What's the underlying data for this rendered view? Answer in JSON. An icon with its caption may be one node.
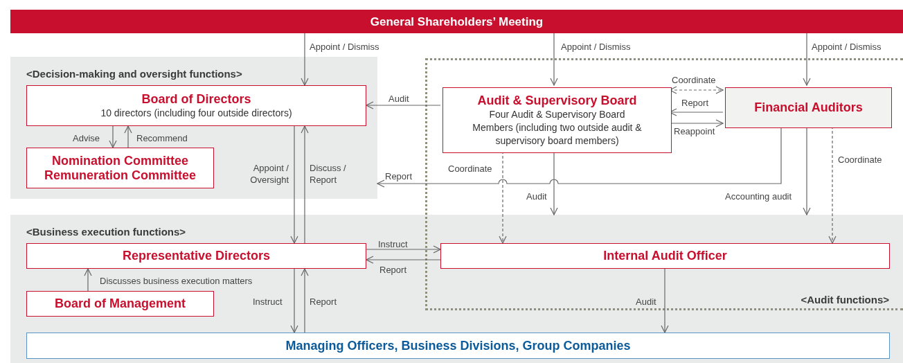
{
  "diagram": {
    "nodes": [
      {
        "text": [
          "General Shareholders’ Meeting"
        ]
      },
      {
        "text": [
          "<Decision-making and oversight functions>"
        ]
      },
      {
        "text": [
          "Board of Directors",
          "10 directors (including four outside directors)"
        ],
        "in": 1
      },
      {
        "text": [
          "Nomination Committee Remuneration Committee"
        ],
        "in": 1
      },
      {
        "text": [
          "<Audit functions>"
        ]
      },
      {
        "text": [
          "Audit & Supervisory Board",
          "Four Audit & Supervisory Board Members (including two outside audit & supervisory board members)"
        ],
        "in": 4
      },
      {
        "text": [
          "Financial Auditors"
        ],
        "in": 4
      },
      {
        "text": [
          "<Business execution functions>"
        ]
      },
      {
        "text": [
          "Representative Directors"
        ],
        "in": 7
      },
      {
        "text": [
          "Internal Audit Officer"
        ]
      },
      {
        "text": [
          "Board of Management"
        ],
        "in": 7
      },
      {
        "text": [
          "Managing Officers, Business Divisions, Group Companies"
        ],
        "in": 7
      }
    ],
    "edges": [
      {
        "from": 0,
        "to": 2,
        "arrow": "to",
        "label": "Appoint / Dismiss"
      },
      {
        "from": 0,
        "to": 5,
        "arrow": "to",
        "label": "Appoint / Dismiss"
      },
      {
        "from": 0,
        "to": 6,
        "arrow": "to",
        "label": "Appoint / Dismiss"
      },
      {
        "from": 5,
        "to": 2,
        "arrow": "to",
        "label": "Audit"
      },
      {
        "from": 2,
        "to": 3,
        "arrow": "to",
        "label": "Advise"
      },
      {
        "from": 3,
        "to": 2,
        "arrow": "to",
        "label": "Recommend"
      },
      {
        "from": 5,
        "to": 6,
        "arrow": "both",
        "label": "Coordinate",
        "style": "dashed"
      },
      {
        "from": 6,
        "to": 5,
        "arrow": "to",
        "label": "Report"
      },
      {
        "from": 5,
        "to": 6,
        "arrow": "to",
        "label": "Reappoint"
      },
      {
        "from": 6,
        "to": 1,
        "arrow": "to",
        "label": "Report"
      },
      {
        "from": 5,
        "to": 9,
        "arrow": "to",
        "label": "Coordinate",
        "style": "dashed"
      },
      {
        "from": 5,
        "to": 7,
        "arrow": "to",
        "label": "Audit"
      },
      {
        "from": 6,
        "to": 7,
        "arrow": "to",
        "label": "Accounting audit"
      },
      {
        "from": 6,
        "to": 9,
        "arrow": "to",
        "label": "Coordinate",
        "style": "dashed"
      },
      {
        "from": 2,
        "to": 8,
        "arrow": "to",
        "label": "Appoint / Oversight"
      },
      {
        "from": 8,
        "to": 2,
        "arrow": "to",
        "label": "Discuss / Report"
      },
      {
        "from": 8,
        "to": 9,
        "arrow": "to",
        "label": "Instruct"
      },
      {
        "from": 9,
        "to": 8,
        "arrow": "to",
        "label": "Report"
      },
      {
        "from": 10,
        "to": 8,
        "arrow": "to",
        "label": "Discusses business execution matters"
      },
      {
        "from": 8,
        "to": 11,
        "arrow": "to",
        "label": "Instruct"
      },
      {
        "from": 11,
        "to": 8,
        "arrow": "to",
        "label": "Report"
      },
      {
        "from": 9,
        "to": 11,
        "arrow": "to",
        "label": "Audit"
      }
    ]
  }
}
